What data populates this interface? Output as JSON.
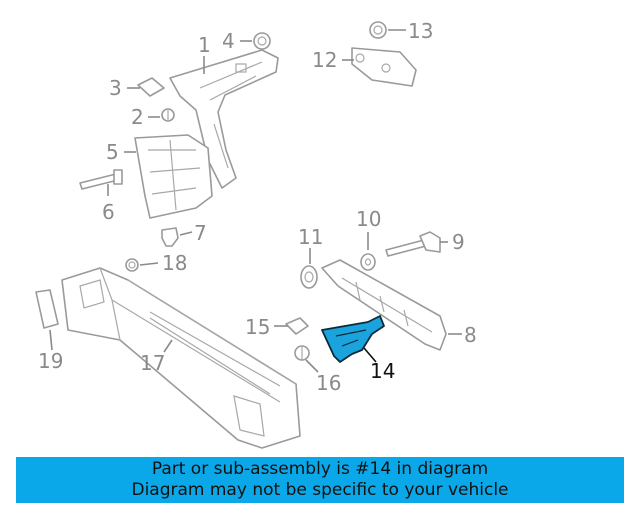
{
  "callouts": {
    "c1": "1",
    "c2": "2",
    "c3": "3",
    "c4": "4",
    "c5": "5",
    "c6": "6",
    "c7": "7",
    "c8": "8",
    "c9": "9",
    "c10": "10",
    "c11": "11",
    "c12": "12",
    "c13": "13",
    "c14": "14",
    "c15": "15",
    "c16": "16",
    "c17": "17",
    "c18": "18",
    "c19": "19"
  },
  "highlighted_part": "14",
  "banner": {
    "line1": "Part or sub-assembly is #14 in diagram",
    "line2": "Diagram may not be specific to your vehicle"
  },
  "colors": {
    "highlight": "#1aa3dc",
    "banner": "#0aa8e8"
  }
}
